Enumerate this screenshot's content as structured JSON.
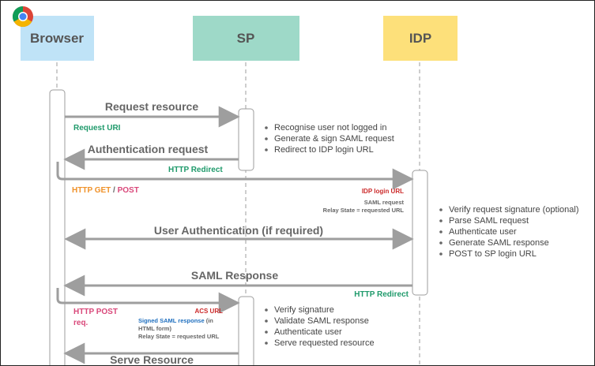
{
  "participants": {
    "browser": "Browser",
    "sp": "SP",
    "idp": "IDP"
  },
  "colors": {
    "browser_fill": "#bfe3f7",
    "sp_fill": "#9ed9c8",
    "idp_fill": "#fde07a",
    "arrow": "#9e9e9e",
    "green": "#1f9a6b",
    "orange": "#f0922a",
    "pink": "#d9487a",
    "red": "#cc2a2a",
    "blue": "#1f6fbf",
    "text": "#444444"
  },
  "icons": {
    "browser_logo": "chrome-icon"
  },
  "messages": {
    "request_resource": "Request resource",
    "request_uri": "Request URI",
    "authentication_request": "Authentication request",
    "http_redirect_1": "HTTP Redirect",
    "http_get": "HTTP GET",
    "slash": " / ",
    "post": "POST",
    "idp_login_url": "IDP login URL",
    "saml_request": "SAML request",
    "relay_state_1": "Relay State = requested URL",
    "user_authentication": "User Authentication (if required)",
    "saml_response": "SAML Response",
    "http_redirect_2": "HTTP Redirect",
    "http_post": "HTTP POST",
    "req": "req.",
    "acs_url": "ACS URL",
    "signed_saml_response": "Signed SAML response",
    "in_paren": " (in",
    "html_form": "HTML form)",
    "relay_state_2": "Relay State = requested URL",
    "serve_resource": "Serve Resource"
  },
  "notes": {
    "sp_first": [
      "Recognise user not logged in",
      "Generate & sign SAML request",
      "Redirect to IDP login URL"
    ],
    "idp": [
      "Verify request signature (optional)",
      "Parse SAML request",
      "Authenticate user",
      "Generate SAML response",
      "POST to SP login URL"
    ],
    "sp_second": [
      "Verify signature",
      "Validate SAML response",
      "Authenticate user",
      "Serve requested resource"
    ]
  }
}
